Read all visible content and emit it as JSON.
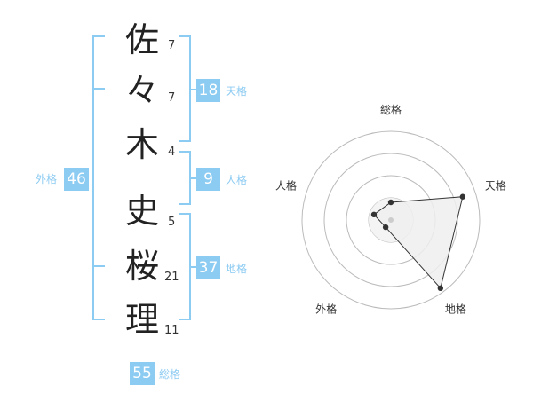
{
  "characters": [
    {
      "char": "佐",
      "strokes": "7"
    },
    {
      "char": "々",
      "strokes": "7"
    },
    {
      "char": "木",
      "strokes": "4"
    },
    {
      "char": "史",
      "strokes": "5"
    },
    {
      "char": "桜",
      "strokes": "21"
    },
    {
      "char": "理",
      "strokes": "11"
    }
  ],
  "fortunes": {
    "tenkaku": {
      "value": "18",
      "label": "天格"
    },
    "jinkaku": {
      "value": "9",
      "label": "人格"
    },
    "chikaku": {
      "value": "37",
      "label": "地格"
    },
    "gaikaku": {
      "value": "46",
      "label": "外格"
    },
    "soukaku": {
      "value": "55",
      "label": "総格"
    }
  },
  "chart_data": {
    "type": "radar",
    "axes": [
      "総格",
      "天格",
      "地格",
      "外格",
      "人格"
    ],
    "values": [
      0.2,
      0.85,
      0.95,
      0.1,
      0.2
    ],
    "range": [
      0,
      1
    ],
    "rings": 4,
    "colors": {
      "line": "#333333",
      "fill": "#eeeeee",
      "grid": "#bbbbbb",
      "center": "#cccccc"
    }
  }
}
